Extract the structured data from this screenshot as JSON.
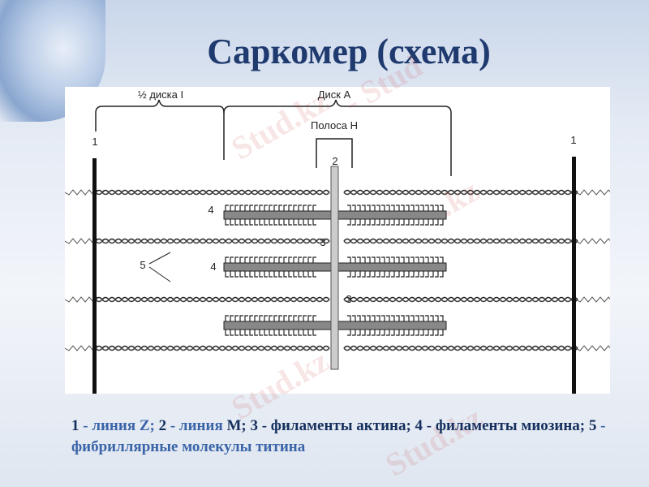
{
  "slide": {
    "title": "Саркомер (схема)",
    "watermark": "Stud.kz"
  },
  "diagram": {
    "labels": {
      "half_disc_i": "½ диска I",
      "disc_a": "Диск А",
      "band_h": "Полоса Н",
      "z_left": "1",
      "z_right": "1",
      "m_line": "2",
      "actin_1": "3",
      "actin_2": "3",
      "myosin_1": "4",
      "myosin_2": "4",
      "titin": "5"
    }
  },
  "caption": {
    "n1": "1",
    "t1": " - линия ",
    "z": "Z;",
    "n2": " 2",
    "t2": " - линия ",
    "m": "M;",
    "t3": " 3 - филаменты актина; 4 - филаменты миозина; ",
    "n5": "5",
    "t5": " - фибриллярные молекулы титина"
  }
}
